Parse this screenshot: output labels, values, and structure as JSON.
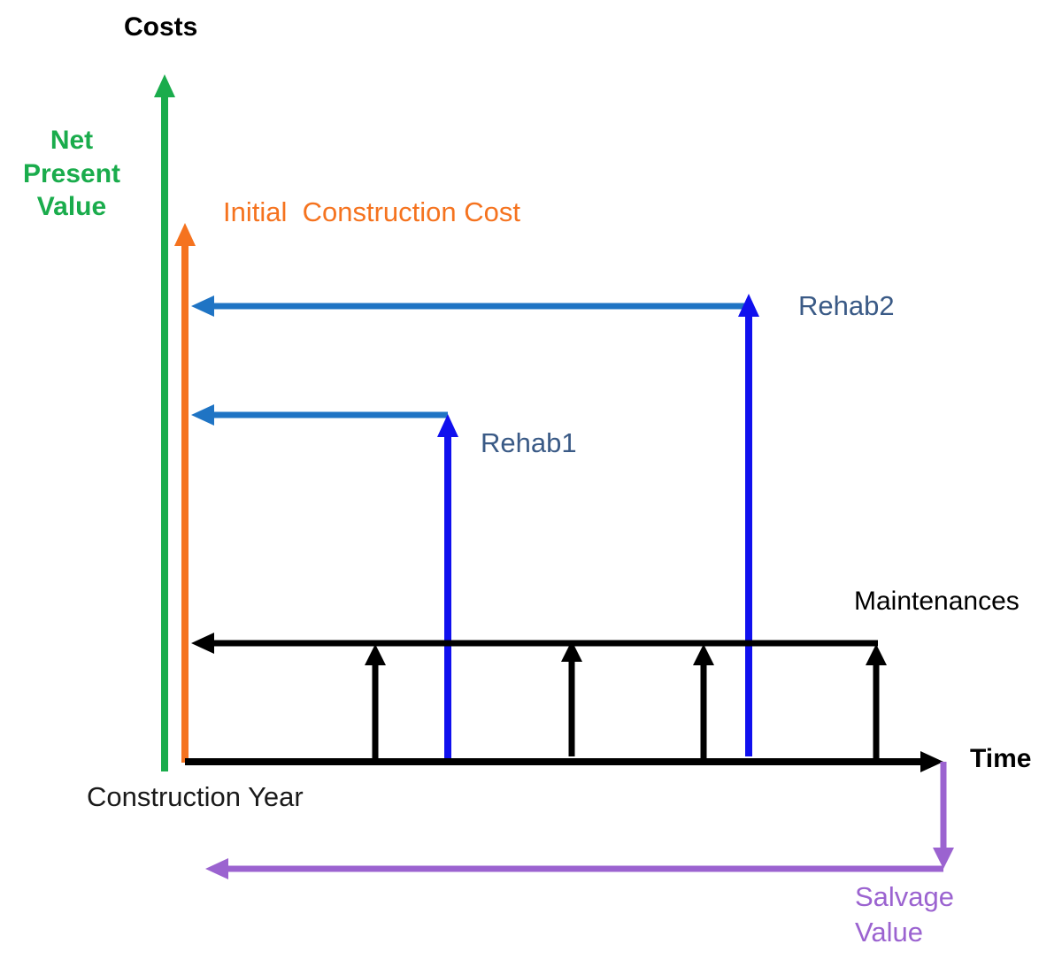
{
  "axes": {
    "costs_label": "Costs",
    "time_label": "Time"
  },
  "labels": {
    "net_present_value": [
      "Net",
      "Present",
      "Value"
    ],
    "initial_construction_cost": "Initial  Construction Cost",
    "rehab2": "Rehab2",
    "rehab1": "Rehab1",
    "maintenances": "Maintenances",
    "construction_year": "Construction Year",
    "salvage_value": [
      "Salvage",
      "Value"
    ]
  },
  "colors": {
    "npv": "#1aac4c",
    "initial": "#f5731f",
    "rehab_vertical": "#1010ee",
    "rehab_discount": "#1f74c4",
    "maintenance": "#000000",
    "salvage": "#9b63d0",
    "rehab_text": "#3a5a86",
    "axis_text": "#000000",
    "construction_year_text": "#1a1a1a"
  }
}
